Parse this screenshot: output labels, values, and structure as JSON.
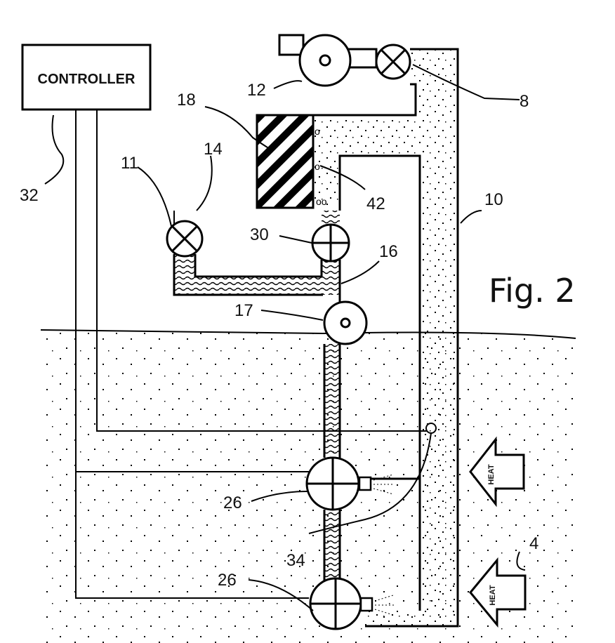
{
  "controller": {
    "label": "CONTROLLER"
  },
  "figure_label": "Fig. 2",
  "heat_label": "HEAT",
  "ref_numbers": {
    "n32": "32",
    "n12": "12",
    "n8": "8",
    "n18": "18",
    "n11": "11",
    "n14": "14",
    "n42": "42",
    "n10": "10",
    "n30": "30",
    "n16": "16",
    "n17": "17",
    "n26a": "26",
    "n26b": "26",
    "n34": "34",
    "n4": "4"
  }
}
